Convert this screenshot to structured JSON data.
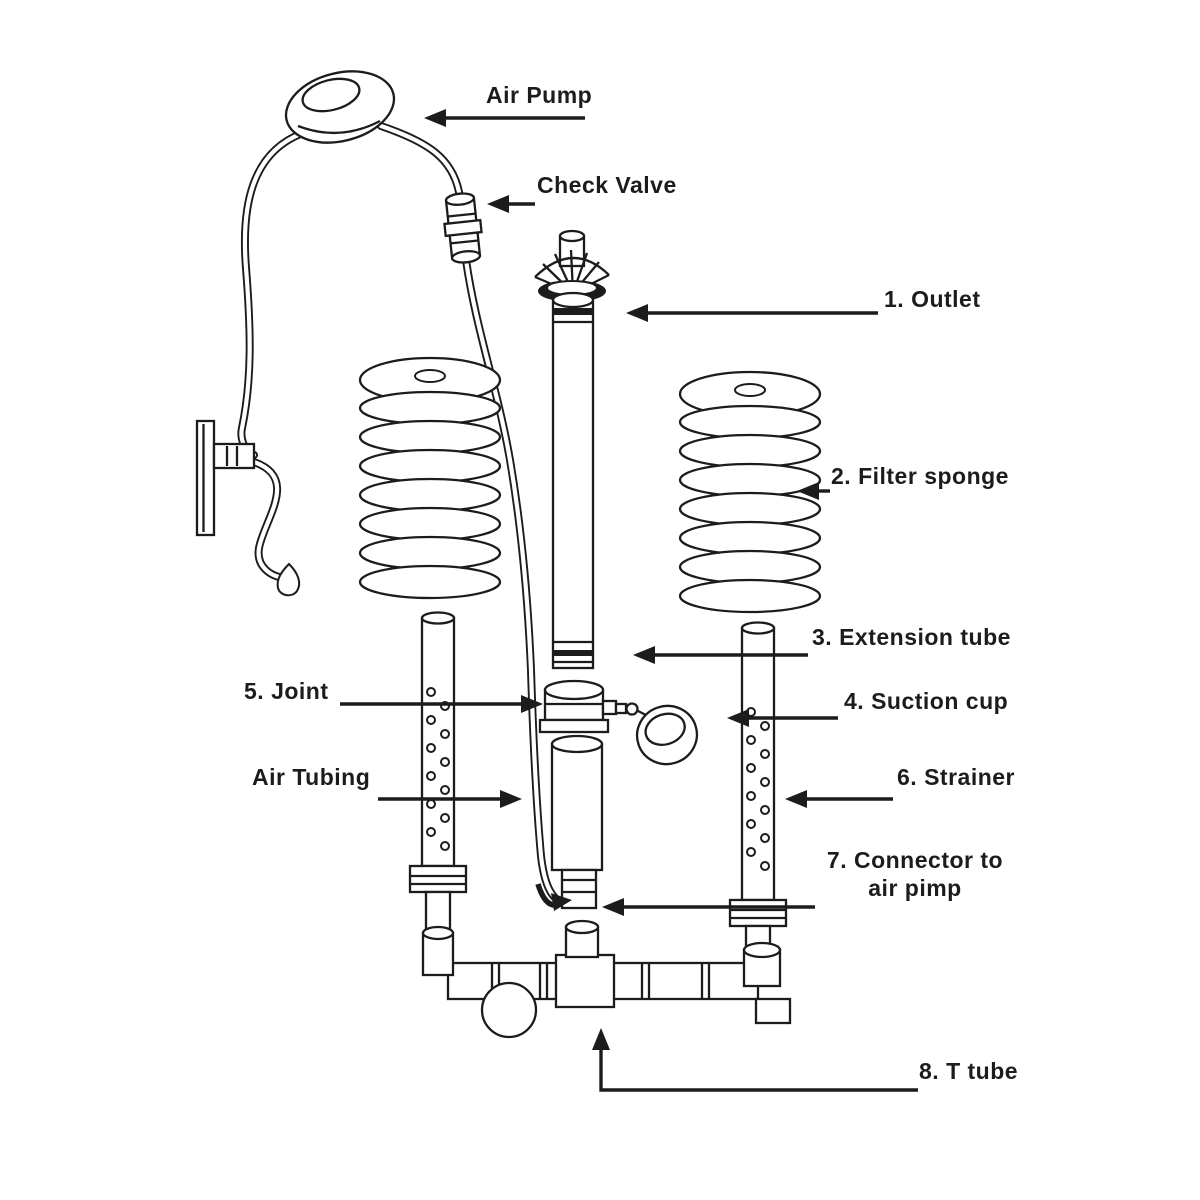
{
  "meta": {
    "ink": "#1c1c1c",
    "background": "#ffffff",
    "description": "Exploded parts diagram of an aquarium sponge filter"
  },
  "diagram": {
    "labels": {
      "air_pump": "Air Pump",
      "check_valve": "Check Valve",
      "outlet": "1. Outlet",
      "filter_sponge": "2. Filter sponge",
      "extension_tube": "3. Extension tube",
      "suction_cup": "4. Suction cup",
      "joint": "5. Joint",
      "air_tubing": "Air Tubing",
      "strainer": "6. Strainer",
      "connector_line1": "7. Connector to",
      "connector_line2": "air pimp",
      "t_tube": "8. T tube"
    }
  }
}
